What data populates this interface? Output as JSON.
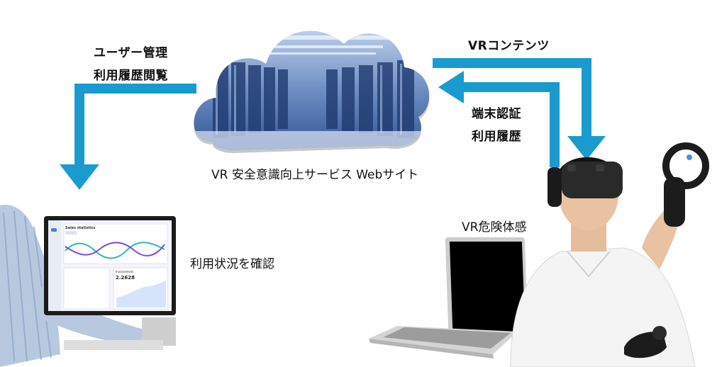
{
  "labels": {
    "admin_line1": "ユーザー管理",
    "admin_line2": "利用履歴閲覧",
    "content": "VRコンテンツ",
    "auth_line1": "端末認証",
    "auth_line2": "利用履歴",
    "cloud_caption": "VR 安全意識向上サービス Webサイト",
    "monitor_caption": "利用状況を確認",
    "experience_caption": "VR危険体感"
  },
  "dashboard": {
    "chart_title": "Sales statistics",
    "small_title": "Involvement",
    "small_value": "2.2628"
  },
  "colors": {
    "arrow": "#1a9bd0",
    "cloud_tint": "#3c5fa0"
  }
}
